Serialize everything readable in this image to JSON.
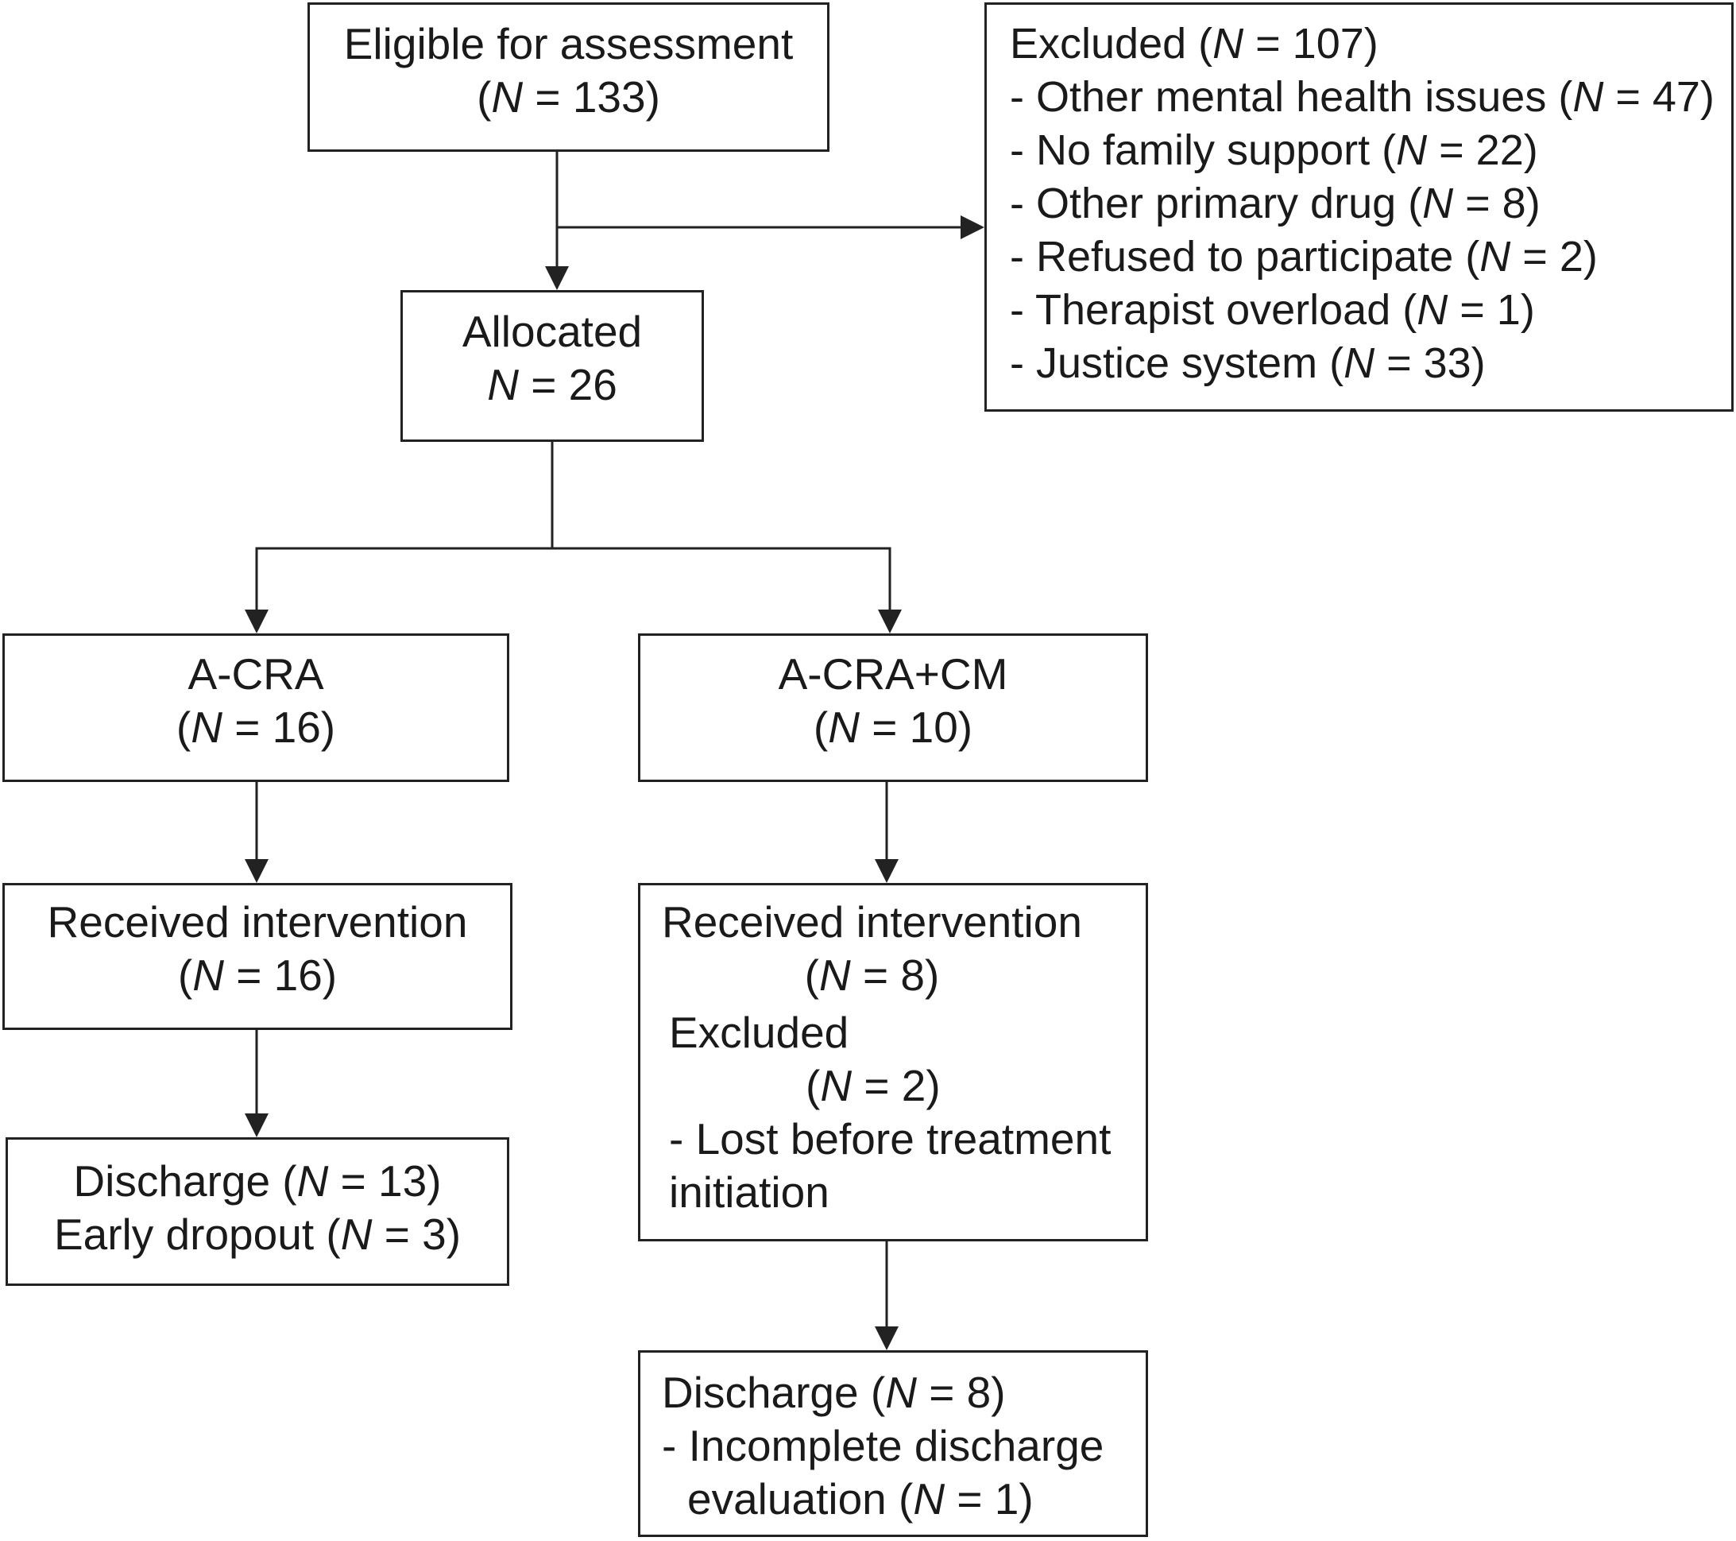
{
  "eligible": {
    "title": "Eligible for assessment",
    "count": "(N = 133)"
  },
  "excluded": {
    "title": "Excluded (N = 107)",
    "reasons": [
      "- Other mental health issues (N = 47)",
      "- No family support (N = 22)",
      "- Other primary drug (N = 8)",
      "- Refused to participate (N = 2)",
      "- Therapist overload (N = 1)",
      "- Justice system (N = 33)"
    ]
  },
  "allocated": {
    "title": "Allocated",
    "count": "N = 26"
  },
  "arms": {
    "acra": {
      "allocation": {
        "title": "A-CRA",
        "count": "(N = 16)"
      },
      "received": {
        "title": "Received intervention",
        "count": "(N = 16)"
      },
      "discharge": {
        "lines": [
          "Discharge (N = 13)",
          "Early dropout (N = 3)"
        ]
      }
    },
    "acra_cm": {
      "allocation": {
        "title": "A-CRA+CM",
        "count": "(N = 10)"
      },
      "received": {
        "title": "Received intervention",
        "count": "(N = 8)",
        "excluded_title": "Excluded",
        "excluded_count": "(N = 2)",
        "excluded_reason": "- Lost before treatment initiation"
      },
      "discharge": {
        "title": "Discharge (N = 8)",
        "note": "- Incomplete discharge evaluation (N = 1)"
      }
    }
  }
}
